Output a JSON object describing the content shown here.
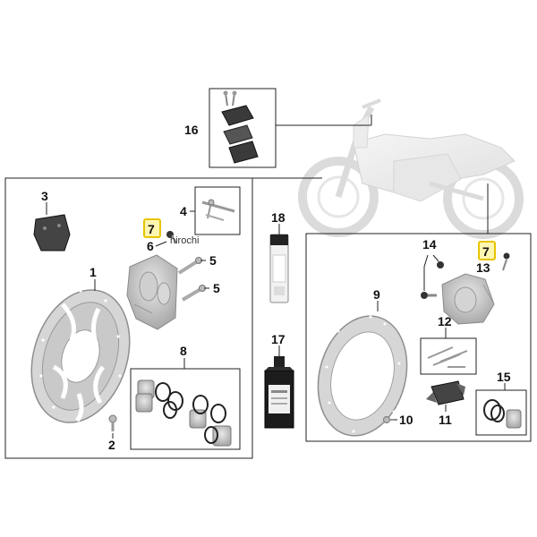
{
  "diagram": {
    "watermark": "hirochi",
    "colors": {
      "highlight_fill": "#fff6b0",
      "highlight_stroke": "#e8c400",
      "metal": "#b9b9b9",
      "dark_part": "#3a3a3a",
      "frame_line": "#222222"
    },
    "callouts": {
      "c1": "1",
      "c2": "2",
      "c3": "3",
      "c4": "4",
      "c5a": "5",
      "c5b": "5",
      "c6": "6",
      "c7a": "7",
      "c7b": "7",
      "c8": "8",
      "c9": "9",
      "c10": "10",
      "c11": "11",
      "c12": "12",
      "c13": "13",
      "c14": "14",
      "c15": "15",
      "c16": "16",
      "c17": "17",
      "c18": "18"
    }
  }
}
